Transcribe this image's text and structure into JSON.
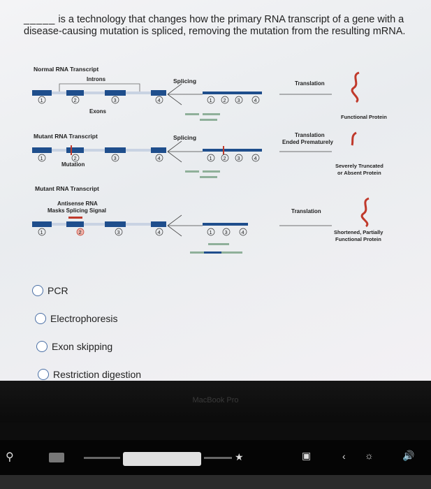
{
  "question": {
    "blank": "_____",
    "text": " is a technology that changes how the primary RNA transcript of a gene with a disease-causing mutation is spliced, removing the mutation from the resulting mRNA."
  },
  "figure": {
    "panel1": {
      "title": "Normal RNA Transcript",
      "introns_label": "Introns",
      "exons_label": "Exons",
      "splicing_label": "Splicing",
      "translation_label": "Translation",
      "result": "Functional Protein"
    },
    "panel2": {
      "title": "Mutant RNA Transcript",
      "mutation_label": "Mutation",
      "splicing_label": "Splicing",
      "translation_line1": "Translation",
      "translation_line2": "Ended Prematurely",
      "result_line1": "Severely Truncated",
      "result_line2": "or Absent Protein"
    },
    "panel3": {
      "title": "Mutant RNA Transcript",
      "antisense_line1": "Antisense RNA",
      "antisense_line2": "Masks Splicing Signal",
      "translation_label": "Translation",
      "result_line1": "Shortened, Partially",
      "result_line2": "Functional Protein"
    },
    "exon_numbers": [
      "1",
      "2",
      "3",
      "4"
    ]
  },
  "options": [
    {
      "label": "PCR"
    },
    {
      "label": "Electrophoresis"
    },
    {
      "label": "Exon skipping"
    },
    {
      "label": "Restriction digestion"
    }
  ],
  "bezel": {
    "brand": "MacBook Pro"
  },
  "colors": {
    "radio_border": "#4a6fa5",
    "exon_blue": "#1f4e8c",
    "mutation_red": "#c0392b"
  }
}
